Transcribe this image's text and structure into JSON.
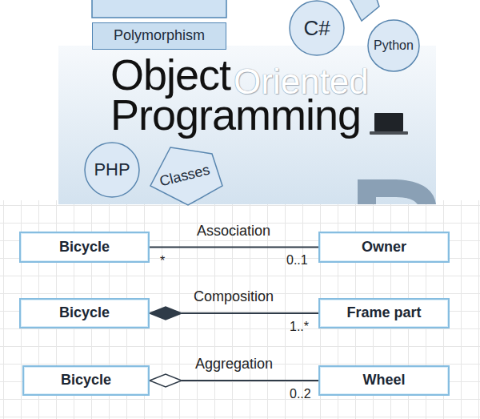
{
  "diagram": {
    "nodes": [
      {
        "text": [
          "Polymorphism"
        ]
      },
      {
        "text": [
          "C#"
        ]
      },
      {
        "text": [
          "Python"
        ]
      },
      {
        "text": [
          "PHP"
        ]
      },
      {
        "text": [
          "Classes"
        ]
      },
      {
        "text": [
          "Bicycle"
        ]
      },
      {
        "text": [
          "Owner"
        ]
      },
      {
        "text": [
          "Bicycle"
        ]
      },
      {
        "text": [
          "Frame part"
        ]
      },
      {
        "text": [
          "Bicycle"
        ]
      },
      {
        "text": [
          "Wheel"
        ]
      }
    ],
    "edges": [
      {
        "from": 5,
        "to": 6,
        "arrow": "none",
        "label": "Association"
      },
      {
        "from": 8,
        "to": 7,
        "arrow": "to",
        "label": "Composition"
      },
      {
        "from": 10,
        "to": 9,
        "arrow": "to",
        "label": "Aggregation"
      }
    ],
    "labels": [
      "Object",
      "Oriented",
      "Programming",
      "*",
      "0..1",
      "1..*",
      "0..2"
    ]
  }
}
